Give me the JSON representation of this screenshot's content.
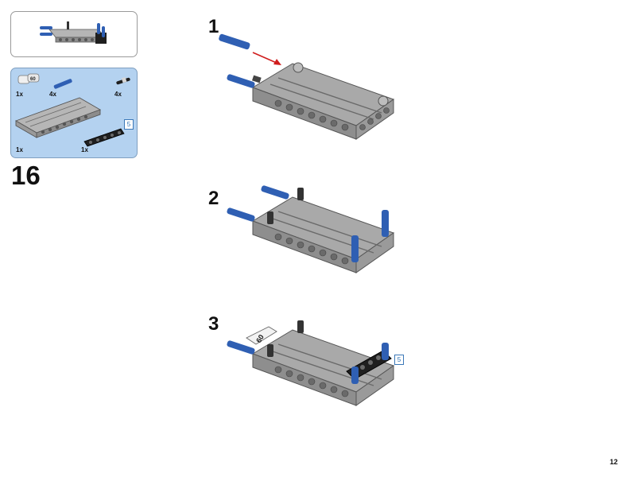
{
  "step": {
    "number": "16"
  },
  "parts_list": [
    {
      "name": "angled-connector",
      "qty": "1x"
    },
    {
      "name": "blue-pin",
      "qty": "4x"
    },
    {
      "name": "black-friction-pin",
      "qty": "4x"
    },
    {
      "name": "grey-panel-plate",
      "qty": "1x"
    },
    {
      "name": "black-beam",
      "qty": "1x",
      "length": "5"
    }
  ],
  "substeps": [
    {
      "label": "1"
    },
    {
      "label": "2"
    },
    {
      "label": "3",
      "beam_length": "5",
      "connector_label": "60"
    }
  ],
  "page": {
    "number": "12"
  },
  "colors": {
    "plate": "#a9a9a9",
    "plate_edge": "#6a6a6a",
    "pin_blue": "#2f5fb3",
    "pin_black": "#222222",
    "beam_black": "#1f1f1f",
    "arrow": "#d01e1e",
    "callout_bg": "#b4d2f0"
  }
}
